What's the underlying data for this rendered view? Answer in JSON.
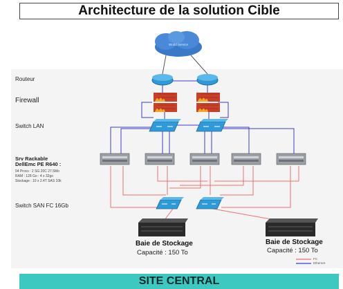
{
  "title": "Architecture de la solution Cible",
  "cloud": {
    "label": "World Service"
  },
  "layers": {
    "router": "Routeur",
    "firewall": "Firewall",
    "switch_lan": "Switch LAN",
    "switch_san": "Switch SAN FC 16Gb"
  },
  "server": {
    "name_line1": "Srv Rackable",
    "name_line2": "DellEmc PE R640 :",
    "spec_cpu": "04 Procs : 2 SG 20C 27.5Mo",
    "spec_ram": "RAM : 128 Go : 4 x 32go",
    "spec_storage": "Stockage : 10 x 2.4T SAS 10k"
  },
  "storage": [
    {
      "title": "Baie de Stockage",
      "capacity": "Capacité : 150 To"
    },
    {
      "title": "Baie de Stockage",
      "capacity": "Capacité : 150 To"
    }
  ],
  "legend": {
    "fc": "FC",
    "ethernet": "Ethernet"
  },
  "footer": "SITE CENTRAL",
  "colors": {
    "ethernet_link": "#3a3ad8",
    "fc_link": "#f07070",
    "device_blue": "#2f9ad6",
    "firewall_red": "#c8402a",
    "storage_dark": "#2a2a2a",
    "footer_bg": "#3dc8c0"
  }
}
